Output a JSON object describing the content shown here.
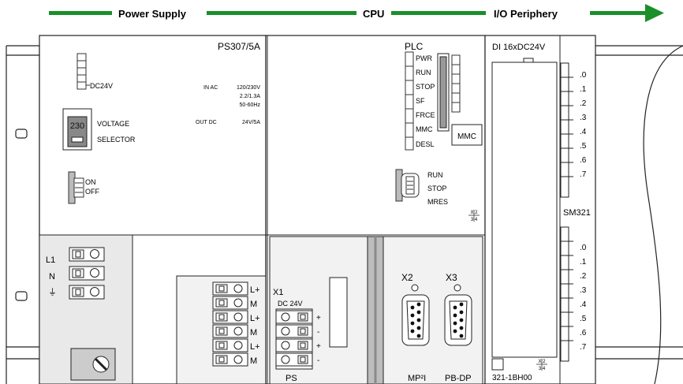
{
  "header": {
    "sections": [
      "Power Supply",
      "CPU",
      "I/O Periphery"
    ],
    "arrow_color": "#1a8f2a"
  },
  "ps": {
    "model": "PS307/5A",
    "dc24v_label": "DC24V",
    "in_ac_label": "IN AC",
    "in_ac_values": [
      "120/230V",
      "2.2/1.3A",
      "50-60Hz"
    ],
    "out_dc_label": "OUT DC",
    "out_dc_value": "24V/5A",
    "voltage_selector_value": "230",
    "voltage_label": "VOLTAGE",
    "selector_label": "SELECTOR",
    "on_label": "ON",
    "off_label": "OFF",
    "input_terminals": [
      "L1",
      "N",
      "⏚"
    ],
    "output_terminals": [
      "L+",
      "M",
      "L+",
      "M",
      "L+",
      "M"
    ]
  },
  "cpu": {
    "plc_label": "PLC",
    "leds": [
      "PWR",
      "RUN",
      "STOP",
      "SF",
      "FRCE",
      "MMC",
      "DESL"
    ],
    "mmc_label": "MMC",
    "mode_labels": [
      "RUN",
      "STOP",
      "MRES"
    ],
    "x1_label": "X1",
    "dc24v_label": "DC 24V",
    "x1_signs": [
      "+",
      "-",
      "+",
      "-"
    ],
    "x2_label": "X2",
    "x3_label": "X3",
    "bottom_labels": [
      "PS",
      "MP²I",
      "PB-DP"
    ],
    "fraction_top": "X 2",
    "fraction_bottom": "3 4"
  },
  "io": {
    "module_label": "DI 16xDC24V",
    "sm_label": "SM321",
    "channels_top": [
      ".0",
      ".1",
      ".2",
      ".3",
      ".4",
      ".5",
      ".6",
      ".7"
    ],
    "channels_bottom": [
      ".0",
      ".1",
      ".2",
      ".3",
      ".4",
      ".5",
      ".6",
      ".7"
    ],
    "order_number": "321-1BH00",
    "fraction_top": "X 2",
    "fraction_bottom": "3 4"
  }
}
